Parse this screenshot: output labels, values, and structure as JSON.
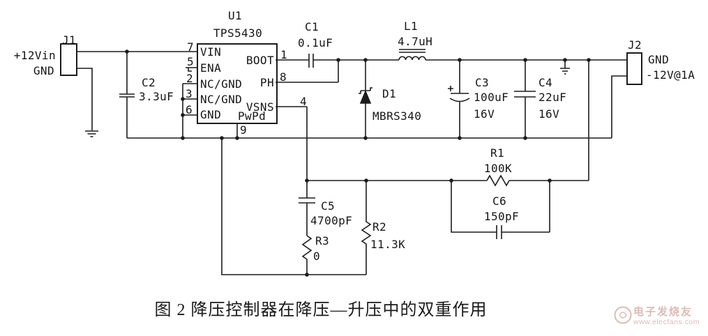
{
  "figure": {
    "caption": "图 2 降压控制器在降压—升压中的双重作用"
  },
  "watermark": {
    "brand": "电子发烧友",
    "url": "www.elecfans.com"
  },
  "connectors": {
    "j1": {
      "ref": "J1",
      "pin1_label": "+12Vin",
      "pin2_label": "GND"
    },
    "j2": {
      "ref": "J2",
      "pin1_label": "GND",
      "pin2_label": "-12V@1A"
    }
  },
  "ic": {
    "ref": "U1",
    "part": "TPS5430",
    "pins": {
      "vin": {
        "num": "7",
        "name": "VIN"
      },
      "ena": {
        "num": "5",
        "name": "ENA"
      },
      "ncgnd1": {
        "num": "2",
        "name": "NC/GND"
      },
      "ncgnd2": {
        "num": "3",
        "name": "NC/GND"
      },
      "gnd": {
        "num": "6",
        "name": "GND"
      },
      "boot": {
        "num": "1",
        "name": "BOOT"
      },
      "ph": {
        "num": "8",
        "name": "PH"
      },
      "vsns": {
        "num": "4",
        "name": "VSNS"
      },
      "pwpd": {
        "num": "9",
        "name": "PwPd"
      }
    }
  },
  "components": {
    "c1": {
      "ref": "C1",
      "value": "0.1uF"
    },
    "c2": {
      "ref": "C2",
      "value": "3.3uF"
    },
    "l1": {
      "ref": "L1",
      "value": "4.7uH"
    },
    "d1": {
      "ref": "D1",
      "value": "MBRS340"
    },
    "c3": {
      "ref": "C3",
      "value": "100uF",
      "rating": "16V"
    },
    "c4": {
      "ref": "C4",
      "value": "22uF",
      "rating": "16V"
    },
    "r1": {
      "ref": "R1",
      "value": "100K"
    },
    "c6": {
      "ref": "C6",
      "value": "150pF"
    },
    "c5": {
      "ref": "C5",
      "value": "4700pF"
    },
    "r2": {
      "ref": "R2",
      "value": "11.3K"
    },
    "r3": {
      "ref": "R3",
      "value": "0"
    }
  }
}
